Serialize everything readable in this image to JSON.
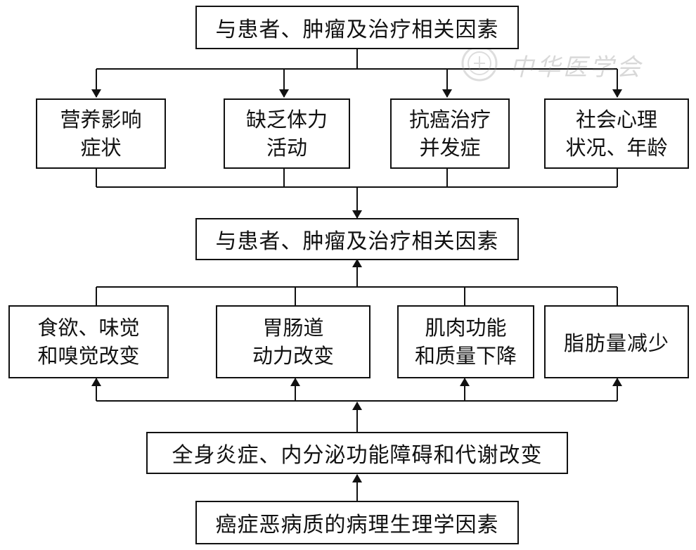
{
  "diagram": {
    "top_box": "与患者、肿瘤及治疗相关因素",
    "row1": [
      {
        "line1": "营养影响",
        "line2": "症状"
      },
      {
        "line1": "缺乏体力",
        "line2": "活动"
      },
      {
        "line1": "抗癌治疗",
        "line2": "并发症"
      },
      {
        "line1": "社会心理",
        "line2": "状况、年龄"
      }
    ],
    "middle_box": "与患者、肿瘤及治疗相关因素",
    "row2": [
      {
        "line1": "食欲、味觉",
        "line2": "和嗅觉改变"
      },
      {
        "line1": "胃肠道",
        "line2": "动力改变"
      },
      {
        "line1": "肌肉功能",
        "line2": "和质量下降"
      },
      {
        "line1": "脂肪量减少",
        "line2": ""
      }
    ],
    "systemic_box": "全身炎症、内分泌功能障碍和代谢改变",
    "bottom_box": "癌症恶病质的病理生理学因素"
  },
  "watermark": {
    "text": "中华医学会"
  },
  "colors": {
    "line": "#111111",
    "background": "#ffffff"
  }
}
